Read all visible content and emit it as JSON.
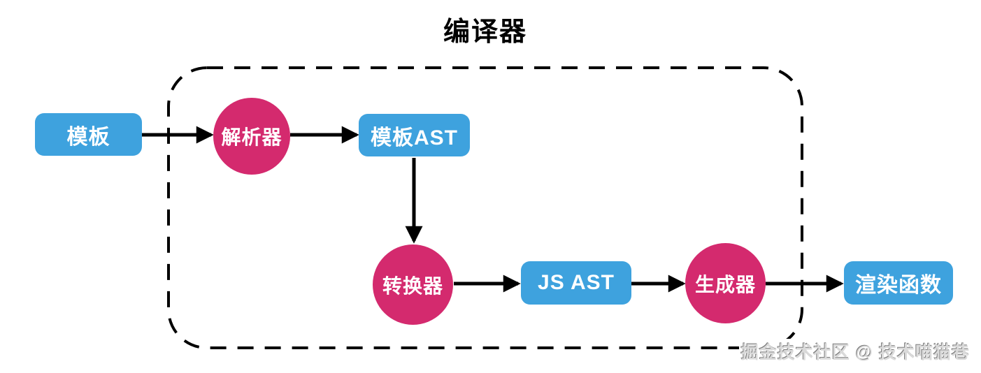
{
  "diagram": {
    "title": "编译器",
    "watermark": "掘金技术社区 @ 技术喵猫巷",
    "colors": {
      "data_node": "#3ea2de",
      "process_node": "#d42a6e",
      "arrow": "#000000",
      "dashed_border": "#000000",
      "node_text": "#ffffff",
      "title_text": "#000000"
    },
    "nodes": [
      {
        "id": "template",
        "label": "模板",
        "shape": "rounded-rect",
        "role": "data"
      },
      {
        "id": "parser",
        "label": "解析器",
        "shape": "circle",
        "role": "process"
      },
      {
        "id": "template-ast",
        "label": "模板AST",
        "shape": "rounded-rect",
        "role": "data"
      },
      {
        "id": "transformer",
        "label": "转换器",
        "shape": "circle",
        "role": "process"
      },
      {
        "id": "js-ast",
        "label": "JS AST",
        "shape": "rounded-rect",
        "role": "data"
      },
      {
        "id": "generator",
        "label": "生成器",
        "shape": "circle",
        "role": "process"
      },
      {
        "id": "render-function",
        "label": "渲染函数",
        "shape": "rounded-rect",
        "role": "data"
      }
    ],
    "edges": [
      {
        "from": "template",
        "to": "parser"
      },
      {
        "from": "parser",
        "to": "template-ast"
      },
      {
        "from": "template-ast",
        "to": "transformer"
      },
      {
        "from": "transformer",
        "to": "js-ast"
      },
      {
        "from": "js-ast",
        "to": "generator"
      },
      {
        "from": "generator",
        "to": "render-function"
      }
    ]
  }
}
